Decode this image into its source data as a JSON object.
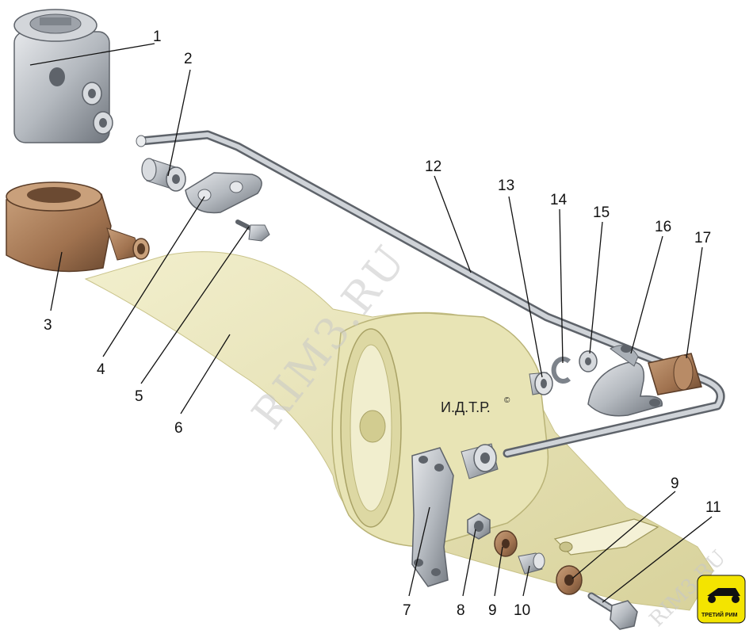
{
  "figure": {
    "watermark_main": "RIM3.RU",
    "watermark_corner": "RIM3.RU",
    "copyright_mark": "И.Д.Т.Р.",
    "copyright_symbol": "©",
    "logo_text": "ТРЕТИЙ РИМ",
    "colors": {
      "axle": "#ece9bf",
      "axle_shade": "#d9d49c",
      "metal": "#b8bcc2",
      "metal_dark": "#7d838b",
      "bronze": "#a0724f",
      "logo": "#f3e400"
    }
  },
  "parts": [
    {
      "id": "1",
      "label": "1",
      "icon": "pressure-regulator-icon"
    },
    {
      "id": "2",
      "label": "2",
      "icon": "bushing-icon"
    },
    {
      "id": "3",
      "label": "3",
      "icon": "housing-icon"
    },
    {
      "id": "4",
      "label": "4",
      "icon": "bracket-plate-icon"
    },
    {
      "id": "5",
      "label": "5",
      "icon": "bolt-icon"
    },
    {
      "id": "6",
      "label": "6",
      "icon": "axle-beam-icon"
    },
    {
      "id": "7",
      "label": "7",
      "icon": "link-plate-icon"
    },
    {
      "id": "8",
      "label": "8",
      "icon": "nut-icon"
    },
    {
      "id": "9a",
      "label": "9",
      "icon": "rubber-bushing-icon"
    },
    {
      "id": "9b",
      "label": "9",
      "icon": "rubber-bushing-icon"
    },
    {
      "id": "10",
      "label": "10",
      "icon": "spacer-sleeve-icon"
    },
    {
      "id": "11",
      "label": "11",
      "icon": "bolt-icon"
    },
    {
      "id": "12",
      "label": "12",
      "icon": "lever-rod-icon"
    },
    {
      "id": "13",
      "label": "13",
      "icon": "bushing-icon"
    },
    {
      "id": "14",
      "label": "14",
      "icon": "lock-washer-icon"
    },
    {
      "id": "15",
      "label": "15",
      "icon": "washer-icon"
    },
    {
      "id": "16",
      "label": "16",
      "icon": "clamp-icon"
    },
    {
      "id": "17",
      "label": "17",
      "icon": "rubber-cushion-icon"
    }
  ]
}
